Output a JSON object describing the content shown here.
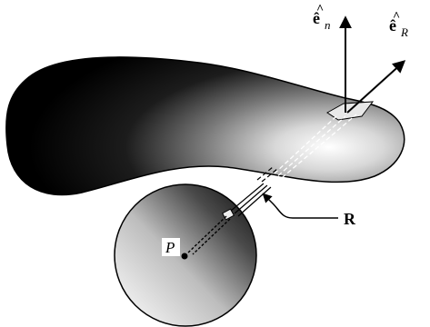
{
  "labels": {
    "normal_vector": {
      "symbol": "ê",
      "subscript": "n"
    },
    "radial_vector": {
      "symbol": "ê",
      "subscript": "R"
    },
    "distance": "R",
    "point": "P"
  },
  "colors": {
    "background": "#ffffff",
    "body_dark": "#000000",
    "body_light": "#ffffff",
    "outline": "#000000",
    "patch": "#e8e8e8"
  }
}
